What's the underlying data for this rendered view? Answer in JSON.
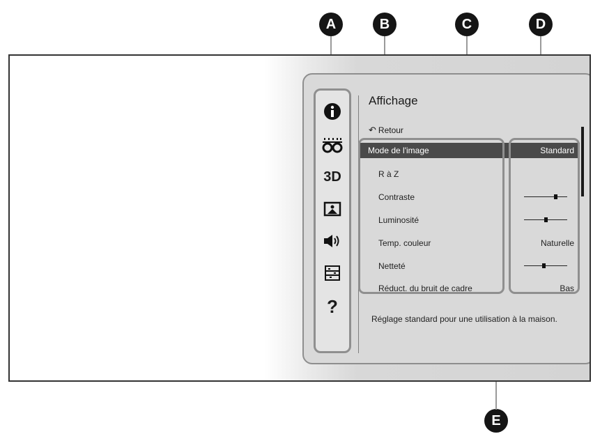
{
  "callouts": {
    "a": "A",
    "b": "B",
    "c": "C",
    "d": "D",
    "e": "E"
  },
  "panel": {
    "title": "Affichage",
    "back_label": "Retour",
    "back_icon": "return-arrow-icon",
    "description": "Réglage standard pour une utilisation à la maison."
  },
  "sidebar": {
    "icons": [
      "info-icon",
      "3d-glasses-icon",
      "3d-text-icon",
      "picture-icon",
      "speaker-icon",
      "settings-list-icon",
      "help-icon"
    ],
    "label_3d": "3D",
    "label_help": "?"
  },
  "settings": [
    {
      "label": "Mode de l'image",
      "value": "Standard",
      "selected": true
    },
    {
      "label": "R à Z",
      "value": ""
    },
    {
      "label": "Contraste",
      "value": "",
      "slider": 0.75
    },
    {
      "label": "Luminosité",
      "value": "",
      "slider": 0.5
    },
    {
      "label": "Temp. couleur",
      "value": "Naturelle"
    },
    {
      "label": "Netteté",
      "value": "",
      "slider": 0.45
    },
    {
      "label": "Réduct. du bruit de cadre",
      "value": "Bas"
    }
  ],
  "colors": {
    "highlight": "#4a4a4a",
    "callout": "#151515",
    "frame": "#8f8f8f"
  }
}
